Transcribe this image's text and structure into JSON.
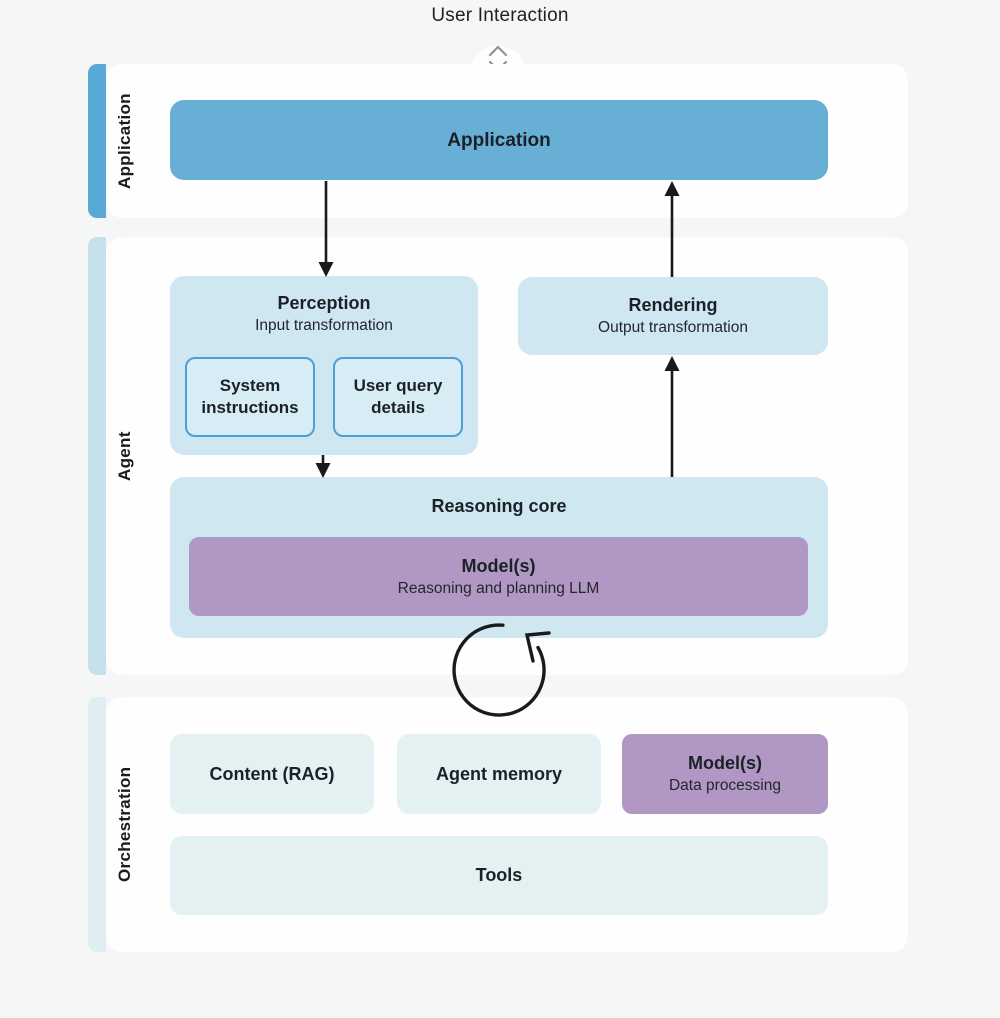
{
  "title": "User Interaction",
  "sections": {
    "application": {
      "label": "Application",
      "box": {
        "title": "Application"
      }
    },
    "agent": {
      "label": "Agent",
      "perception": {
        "title": "Perception",
        "subtitle": "Input transformation",
        "children": [
          {
            "label": "System instructions"
          },
          {
            "label": "User query details"
          }
        ]
      },
      "rendering": {
        "title": "Rendering",
        "subtitle": "Output transformation"
      },
      "reasoning": {
        "title": "Reasoning core",
        "model": {
          "title": "Model(s)",
          "subtitle": "Reasoning and planning LLM"
        }
      }
    },
    "orchestration": {
      "label": "Orchestration",
      "content_rag": {
        "label": "Content (RAG)"
      },
      "agent_memory": {
        "label": "Agent memory"
      },
      "model": {
        "title": "Model(s)",
        "subtitle": "Data processing"
      },
      "tools": {
        "label": "Tools"
      }
    }
  },
  "icons": {
    "user_interaction": "up-down-chevron-icon",
    "loop": "loop-arrow-icon"
  },
  "colors": {
    "bg": "#f5f6f6",
    "panel": "#fefefe",
    "app-blue": "#67afd5",
    "app-tab": "#58a9d5",
    "agent-blue": "#cfe7f0",
    "agent-tab": "#c6e1ec",
    "inner-fill": "#d7ecf4",
    "inner-border": "#4d9fd8",
    "purple": "#b197c4",
    "orch-box": "#e3f1f3",
    "orch-tab": "#dfeef2",
    "ink": "#1c2127",
    "chev": "#8d939b",
    "arrow": "#1a1a1a"
  }
}
